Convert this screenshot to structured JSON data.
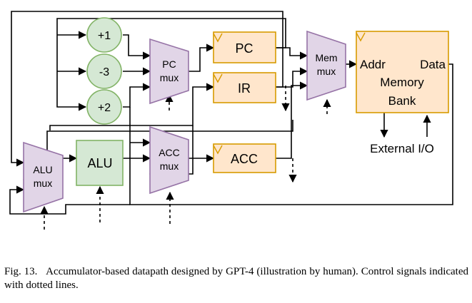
{
  "blocks": {
    "plus1": "+1",
    "minus3": "-3",
    "plus2": "+2",
    "pc_mux_line1": "PC",
    "pc_mux_line2": "mux",
    "pc_reg": "PC",
    "ir_reg": "IR",
    "mem_mux_line1": "Mem",
    "mem_mux_line2": "mux",
    "mem_addr": "Addr",
    "mem_data": "Data",
    "mem_title_line1": "Memory",
    "mem_title_line2": "Bank",
    "external_io": "External I/O",
    "alu_mux_line1": "ALU",
    "alu_mux_line2": "mux",
    "alu": "ALU",
    "acc_mux_line1": "ACC",
    "acc_mux_line2": "mux",
    "acc_reg": "ACC"
  },
  "colors": {
    "adder_fill": "#d5e8d4",
    "adder_stroke": "#82b366",
    "mux_fill": "#e1d5e7",
    "mux_stroke": "#9673a6",
    "reg_fill": "#ffe6cc",
    "reg_stroke": "#d79b00"
  },
  "caption": {
    "label": "Fig. 13.",
    "text": "Accumulator-based datapath designed by GPT-4 (illustration by human). Control signals indicated with dotted lines."
  }
}
